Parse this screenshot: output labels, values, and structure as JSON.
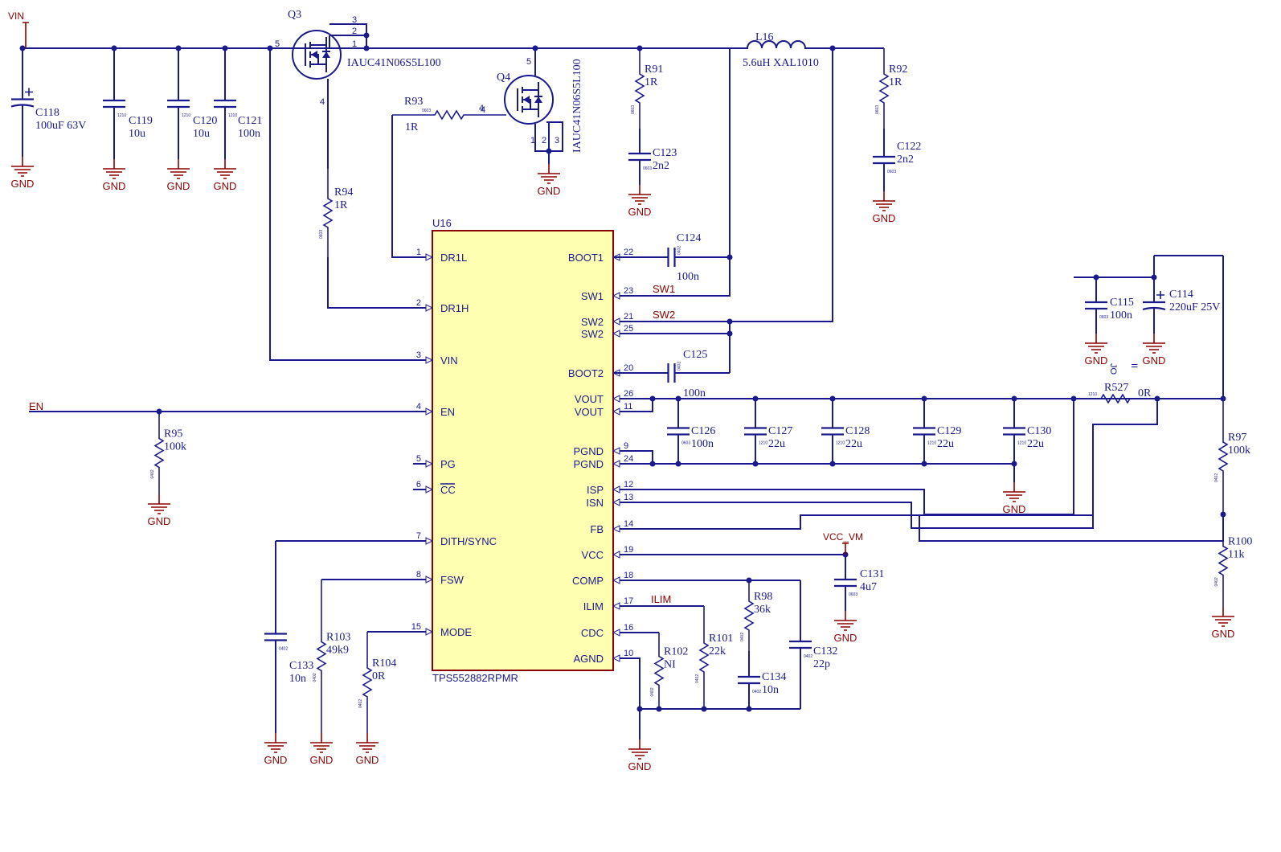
{
  "nets": [
    {
      "id": "vin",
      "label": "VIN"
    },
    {
      "id": "en",
      "label": "EN"
    },
    {
      "id": "sw1",
      "label": "SW1"
    },
    {
      "id": "sw2",
      "label": "SW2"
    },
    {
      "id": "ilim",
      "label": "ILIM"
    },
    {
      "id": "vcc_vm",
      "label": "VCC_VM"
    }
  ],
  "ground_label": "GND",
  "ic": {
    "designator": "U16",
    "part": "TPS552882RPMR",
    "left_pins": [
      {
        "num": "1",
        "name": "DR1L"
      },
      {
        "num": "2",
        "name": "DR1H"
      },
      {
        "num": "3",
        "name": "VIN"
      },
      {
        "num": "4",
        "name": "EN"
      },
      {
        "num": "5",
        "name": "PG"
      },
      {
        "num": "6",
        "name": "CC"
      },
      {
        "num": "7",
        "name": "DITH/SYNC"
      },
      {
        "num": "8",
        "name": "FSW"
      },
      {
        "num": "15",
        "name": "MODE"
      }
    ],
    "right_pins": [
      {
        "num": "22",
        "name": "BOOT1"
      },
      {
        "num": "23",
        "name": "SW1"
      },
      {
        "num": "21",
        "name": "SW2"
      },
      {
        "num": "25",
        "name": "SW2"
      },
      {
        "num": "20",
        "name": "BOOT2"
      },
      {
        "num": "26",
        "name": "VOUT"
      },
      {
        "num": "11",
        "name": "VOUT"
      },
      {
        "num": "9",
        "name": "PGND"
      },
      {
        "num": "24",
        "name": "PGND"
      },
      {
        "num": "12",
        "name": "ISP"
      },
      {
        "num": "13",
        "name": "ISN"
      },
      {
        "num": "14",
        "name": "FB"
      },
      {
        "num": "19",
        "name": "VCC"
      },
      {
        "num": "18",
        "name": "COMP"
      },
      {
        "num": "17",
        "name": "ILIM"
      },
      {
        "num": "16",
        "name": "CDC"
      },
      {
        "num": "10",
        "name": "AGND"
      }
    ]
  },
  "mosfets": [
    {
      "designator": "Q3",
      "part": "IAUC41N06S5L100",
      "pins": [
        "3",
        "2",
        "1",
        "5",
        "4"
      ]
    },
    {
      "designator": "Q4",
      "part": "IAUC41N06S5L100",
      "pins": [
        "5",
        "4",
        "1",
        "2",
        "3"
      ]
    }
  ],
  "inductor": {
    "designator": "L16",
    "value": "5.6uH XAL1010"
  },
  "resistors": [
    {
      "designator": "R91",
      "value": "1R",
      "pkg": "0603"
    },
    {
      "designator": "R92",
      "value": "1R",
      "pkg": "0603"
    },
    {
      "designator": "R93",
      "value": "1R",
      "pkg": "0603"
    },
    {
      "designator": "R94",
      "value": "1R",
      "pkg": "0603"
    },
    {
      "designator": "R95",
      "value": "100k",
      "pkg": "0402"
    },
    {
      "designator": "R97",
      "value": "100k",
      "pkg": "0402"
    },
    {
      "designator": "R100",
      "value": "11k",
      "pkg": "0402"
    },
    {
      "designator": "R98",
      "value": "36k",
      "pkg": "0402"
    },
    {
      "designator": "R101",
      "value": "22k",
      "pkg": "0402"
    },
    {
      "designator": "R102",
      "value": "NI",
      "pkg": "0402"
    },
    {
      "designator": "R103",
      "value": "49k9",
      "pkg": "0402"
    },
    {
      "designator": "R104",
      "value": "0R",
      "pkg": "0402"
    },
    {
      "designator": "R527",
      "value": "0R",
      "pkg": "1210"
    }
  ],
  "capacitors": [
    {
      "designator": "C118",
      "value": "100uF 63V",
      "pkg": ""
    },
    {
      "designator": "C119",
      "value": "10u",
      "pkg": "1210"
    },
    {
      "designator": "C120",
      "value": "10u",
      "pkg": "1210"
    },
    {
      "designator": "C121",
      "value": "100n",
      "pkg": "1210"
    },
    {
      "designator": "C123",
      "value": "2n2",
      "pkg": "0603"
    },
    {
      "designator": "C122",
      "value": "2n2",
      "pkg": "0603"
    },
    {
      "designator": "C124",
      "value": "100n",
      "pkg": "0402"
    },
    {
      "designator": "C125",
      "value": "100n",
      "pkg": "0402"
    },
    {
      "designator": "C126",
      "value": "100n",
      "pkg": "0603"
    },
    {
      "designator": "C127",
      "value": "22u",
      "pkg": "1210"
    },
    {
      "designator": "C128",
      "value": "22u",
      "pkg": "1210"
    },
    {
      "designator": "C129",
      "value": "22u",
      "pkg": "1210"
    },
    {
      "designator": "C130",
      "value": "22u",
      "pkg": "1210"
    },
    {
      "designator": "C115",
      "value": "100n",
      "pkg": "0603"
    },
    {
      "designator": "C114",
      "value": "220uF 25V",
      "pkg": ""
    },
    {
      "designator": "C131",
      "value": "4u7",
      "pkg": "0603"
    },
    {
      "designator": "C132",
      "value": "22p",
      "pkg": "0402"
    },
    {
      "designator": "C134",
      "value": "10n",
      "pkg": "0402"
    },
    {
      "designator": "C133",
      "value": "10n",
      "pkg": "0402"
    }
  ],
  "stray_marks": [
    "JO",
    "II"
  ]
}
